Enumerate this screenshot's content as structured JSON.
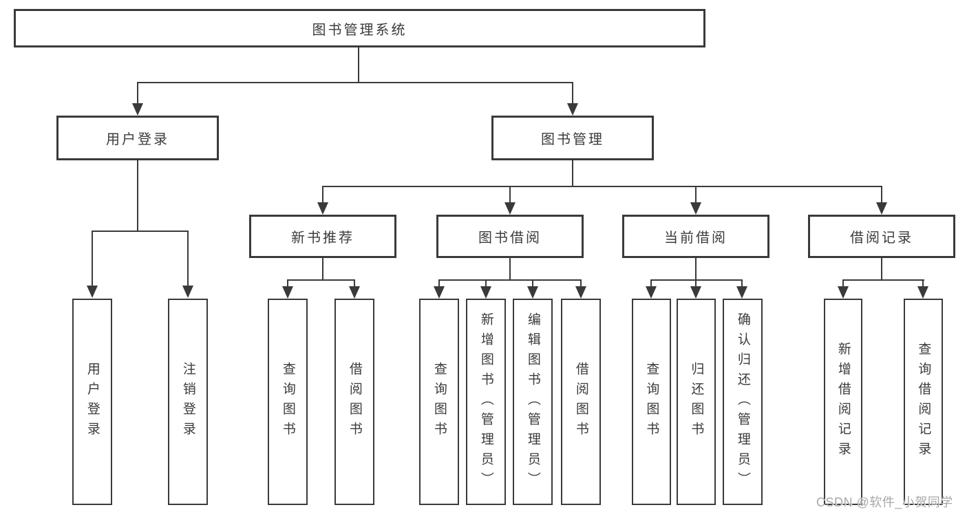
{
  "watermark": "CSDN @软件_小贺同学",
  "colors": {
    "line": "#3a3a3a",
    "box_border": "#3a3a3a",
    "text": "#3b3b3b",
    "watermark": "#a8a8a8",
    "background": "#ffffff"
  },
  "tree": {
    "label": "图书管理系统",
    "children": [
      {
        "label": "用户登录",
        "children": [
          {
            "label": "用户登录"
          },
          {
            "label": "注销登录"
          }
        ]
      },
      {
        "label": "图书管理",
        "children": [
          {
            "label": "新书推荐",
            "children": [
              {
                "label": "查询图书"
              },
              {
                "label": "借阅图书"
              }
            ]
          },
          {
            "label": "图书借阅",
            "children": [
              {
                "label": "查询图书"
              },
              {
                "label": "新增图书（管理员）"
              },
              {
                "label": "编辑图书（管理员）"
              },
              {
                "label": "借阅图书"
              }
            ]
          },
          {
            "label": "当前借阅",
            "children": [
              {
                "label": "查询图书"
              },
              {
                "label": "归还图书"
              },
              {
                "label": "确认归还（管理员）"
              }
            ]
          },
          {
            "label": "借阅记录",
            "children": [
              {
                "label": "新增借阅记录"
              },
              {
                "label": "查询借阅记录"
              }
            ]
          }
        ]
      }
    ]
  }
}
